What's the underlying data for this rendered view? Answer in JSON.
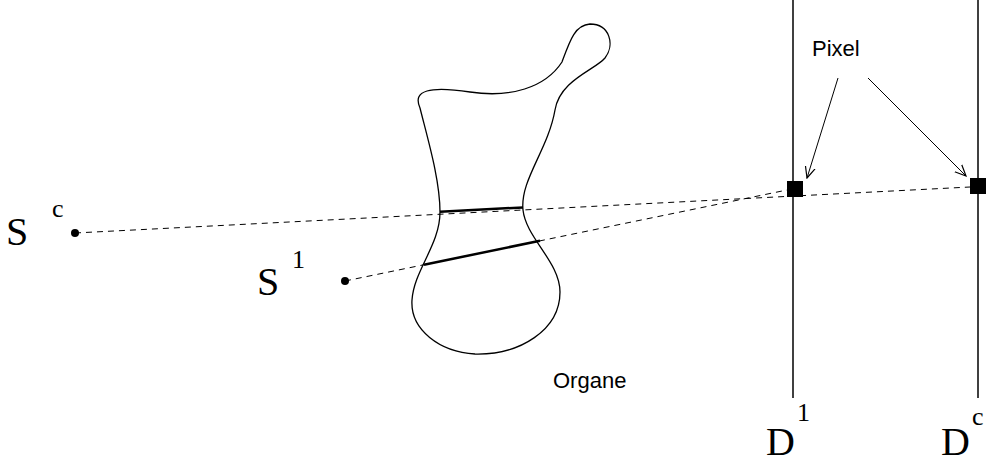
{
  "diagram": {
    "labels": [
      "S",
      "c",
      "S",
      "1",
      "Organe",
      "Pixel",
      "D",
      "1",
      "D",
      "c"
    ]
  }
}
